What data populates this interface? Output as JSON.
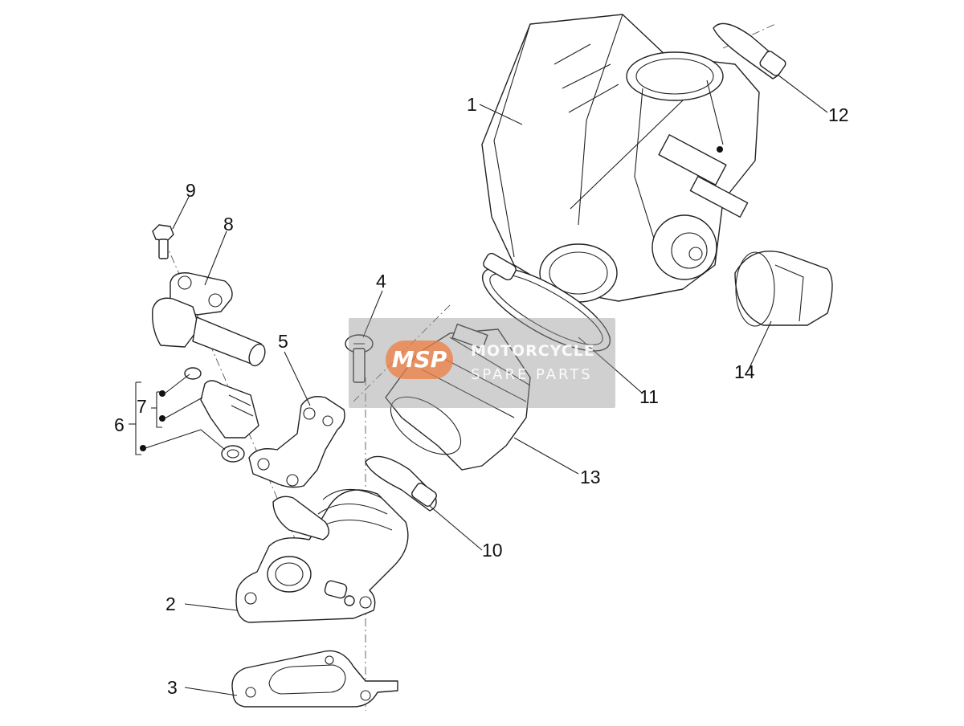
{
  "callouts": {
    "c1": "1",
    "c2": "2",
    "c3": "3",
    "c4": "4",
    "c5": "5",
    "c6": "6",
    "c7": "7",
    "c8": "8",
    "c9": "9",
    "c10": "10",
    "c11": "11",
    "c12": "12",
    "c13": "13",
    "c14": "14"
  },
  "watermark": {
    "logo": "MSP",
    "line1": "MOTORCYCLE",
    "line2": "SPARE PARTS",
    "color": "#ee7d40"
  }
}
